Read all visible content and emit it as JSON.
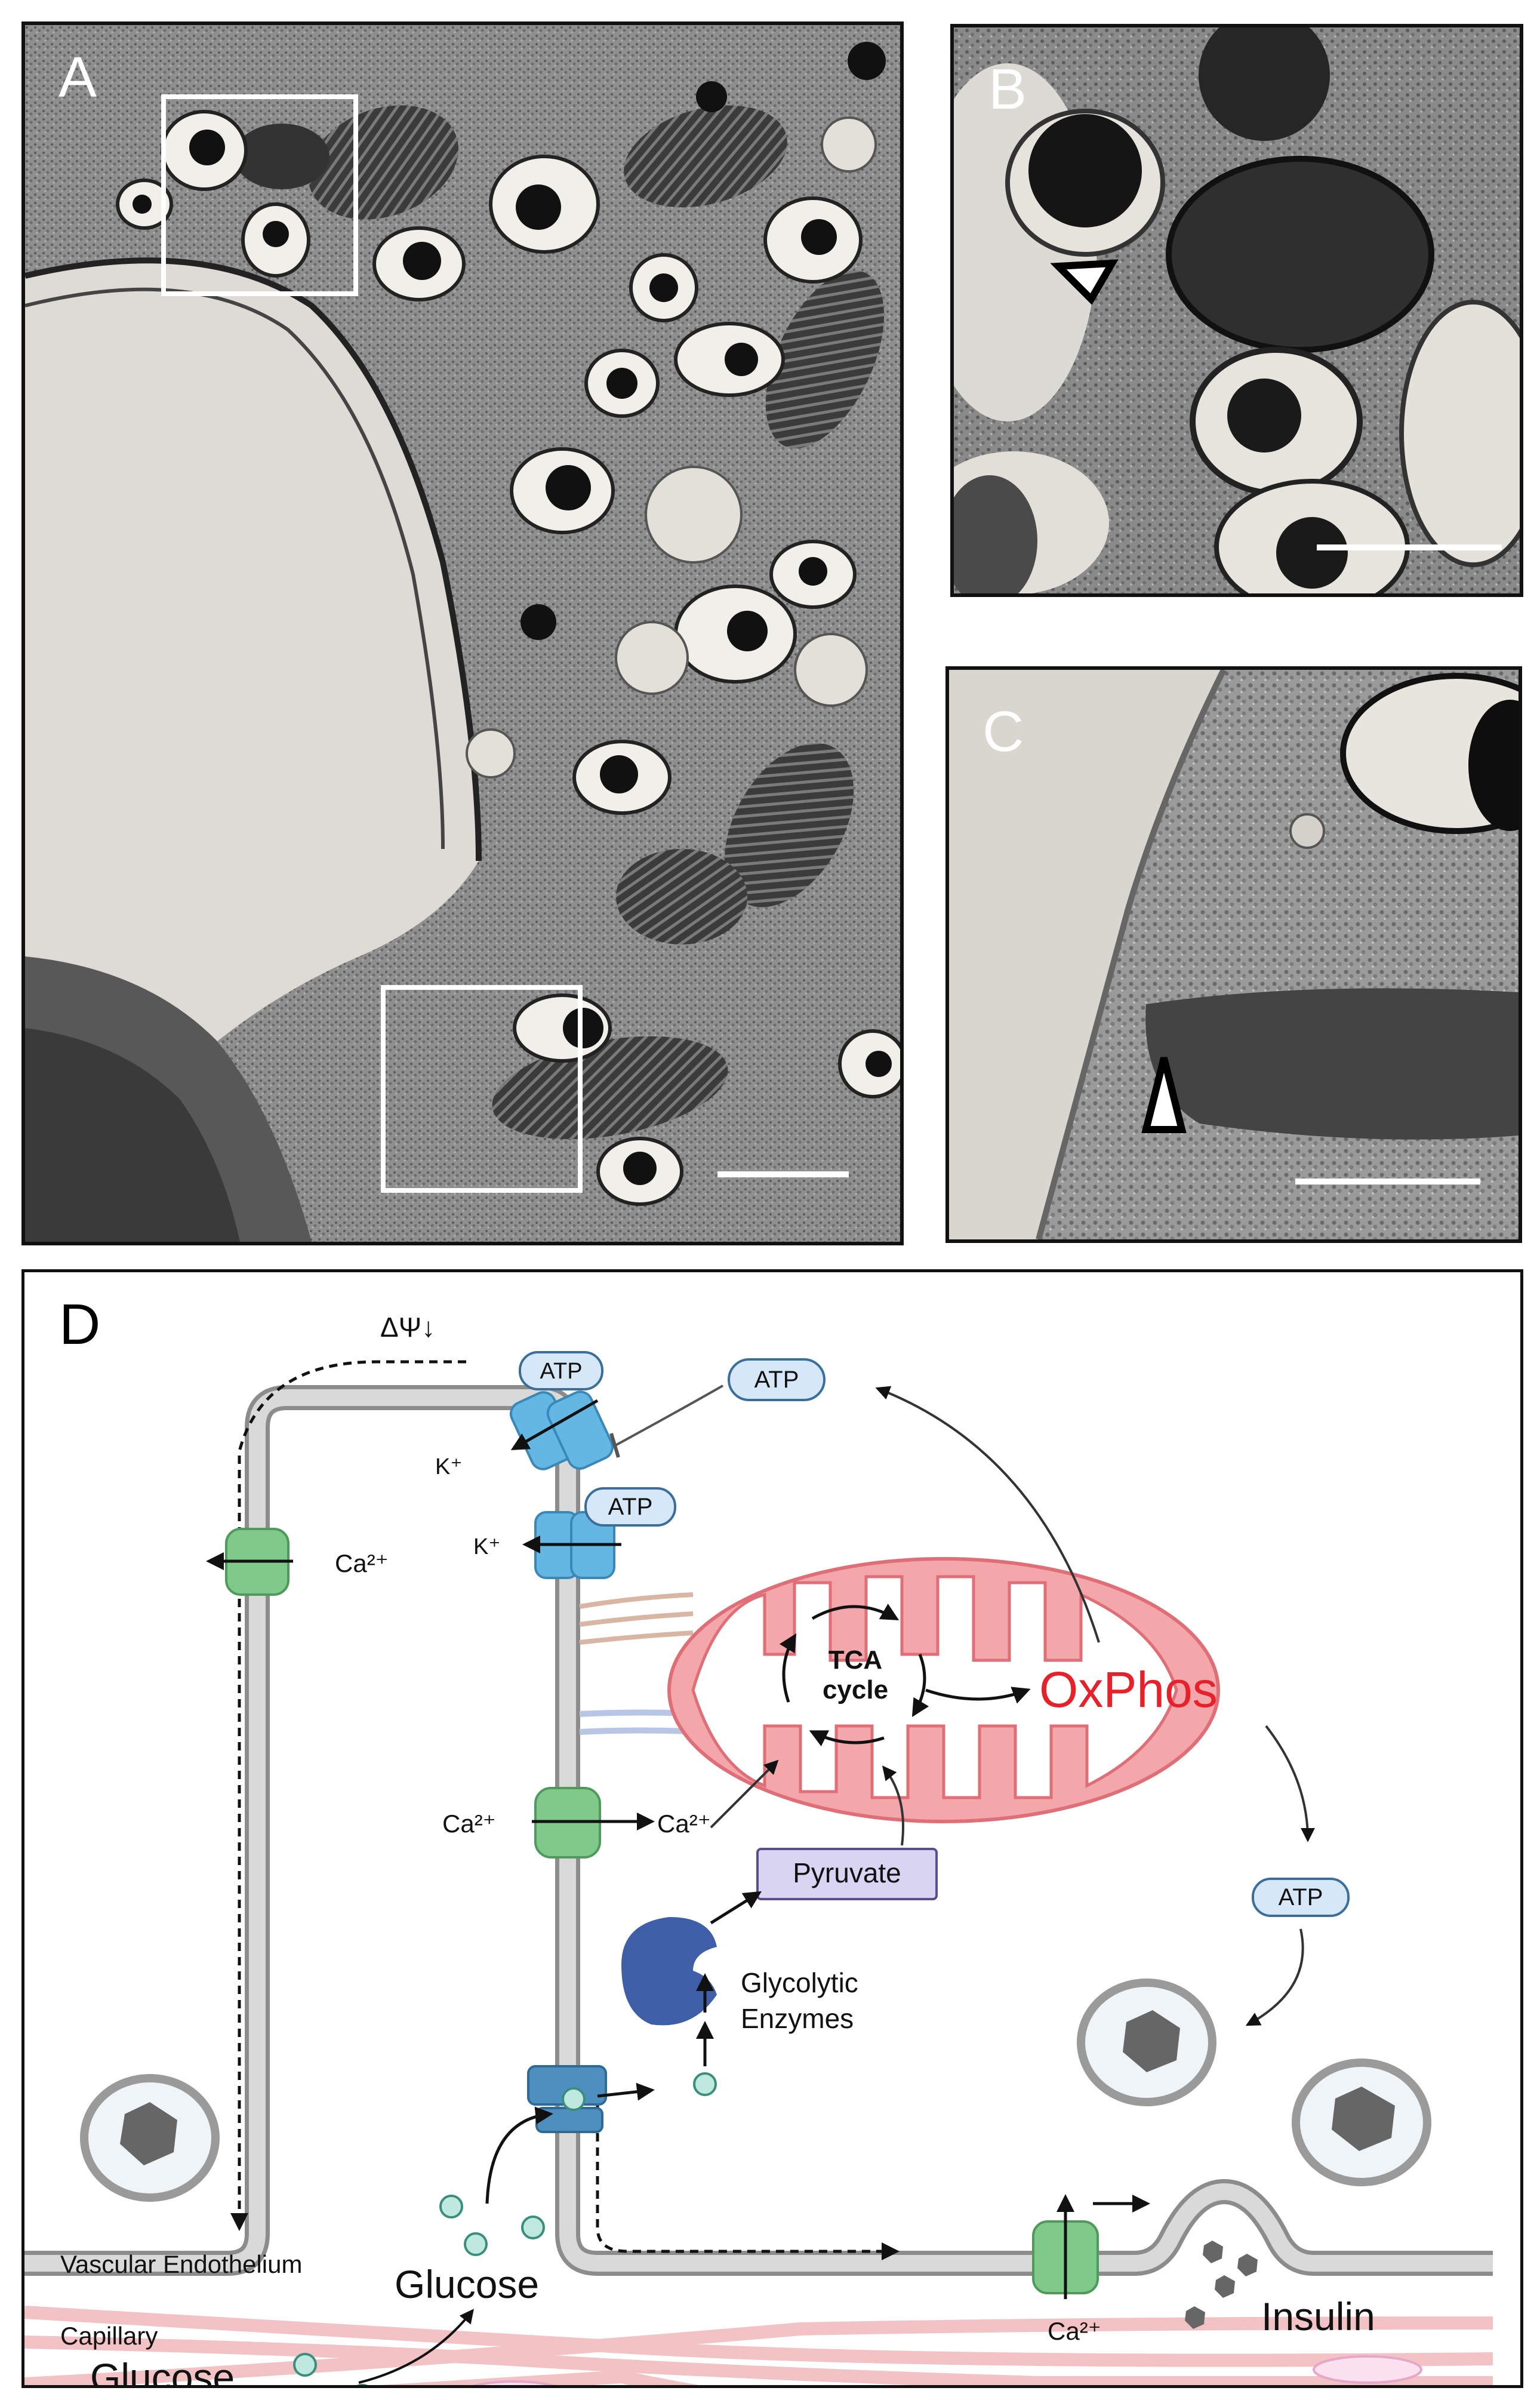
{
  "panels": {
    "a": {
      "label": "A"
    },
    "b": {
      "label": "B"
    },
    "c": {
      "label": "C"
    },
    "d": {
      "label": "D"
    }
  },
  "diagram": {
    "delta_psi": "ΔΨ↓",
    "atp_channel": "ATP",
    "atp_inhibit": "ATP",
    "atp_k_channel_2": "ATP",
    "atp_granule": "ATP",
    "k_plus_1": "K⁺",
    "k_plus_2": "K⁺",
    "ca_left": "Ca²⁺",
    "ca_in_left": "Ca²⁺",
    "ca_in_right": "Ca²⁺",
    "ca_bottom": "Ca²⁺",
    "tca_line1": "TCA",
    "tca_line2": "cycle",
    "oxphos": "OxPhos",
    "pyruvate": "Pyruvate",
    "glycolytic_line1": "Glycolytic",
    "glycolytic_line2": "Enzymes",
    "glucose_top": "Glucose",
    "glucose_bottom": "Glucose",
    "insulin": "Insulin",
    "vascular_endothelium": "Vascular Endothelium",
    "capillary": "Capillary"
  },
  "colors": {
    "membrane": "#b9b9b9",
    "mitochondrion": "#f3a7ab",
    "oxphos_text": "#e8202a",
    "k_channel": "#63b7e2",
    "ca_channel": "#7fc98b",
    "glut": "#4f8fbf",
    "glycolytic_enzyme": "#3f5ea8",
    "pyruvate_box": "#d9d4f2",
    "atp_bubble": "#d6e8f7",
    "vessel": "#f2c2c4"
  }
}
